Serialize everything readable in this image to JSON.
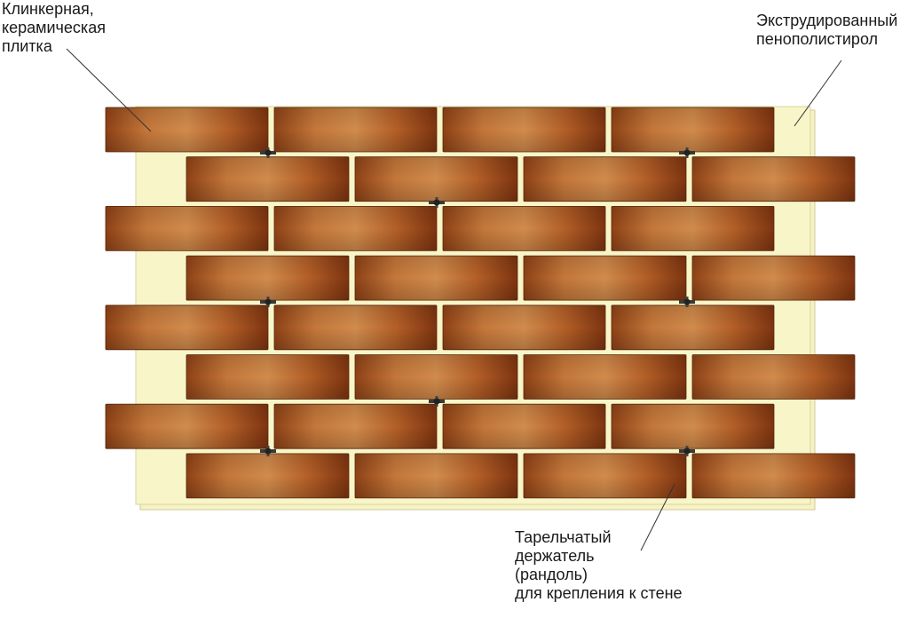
{
  "labels": {
    "clinker_tile": [
      "Клинкерная,",
      "керамическая",
      "плитка"
    ],
    "eps": [
      "Экструдированный",
      "пенополистирол"
    ],
    "holder": [
      "Тарельчатый",
      "держатель",
      "(рандоль)",
      "для крепления к стене"
    ]
  },
  "colors": {
    "brick_light": "#cf8749",
    "brick_mid": "#b8612a",
    "brick_dark": "#8a3a12",
    "panel": "#f8f5c8",
    "panel_border": "#d9d3a0",
    "joint": "#f4efc0",
    "leader": "#333333",
    "fastener": "#2a2a2a"
  },
  "diagram": {
    "rows": 8,
    "bricks_per_row": 4
  }
}
